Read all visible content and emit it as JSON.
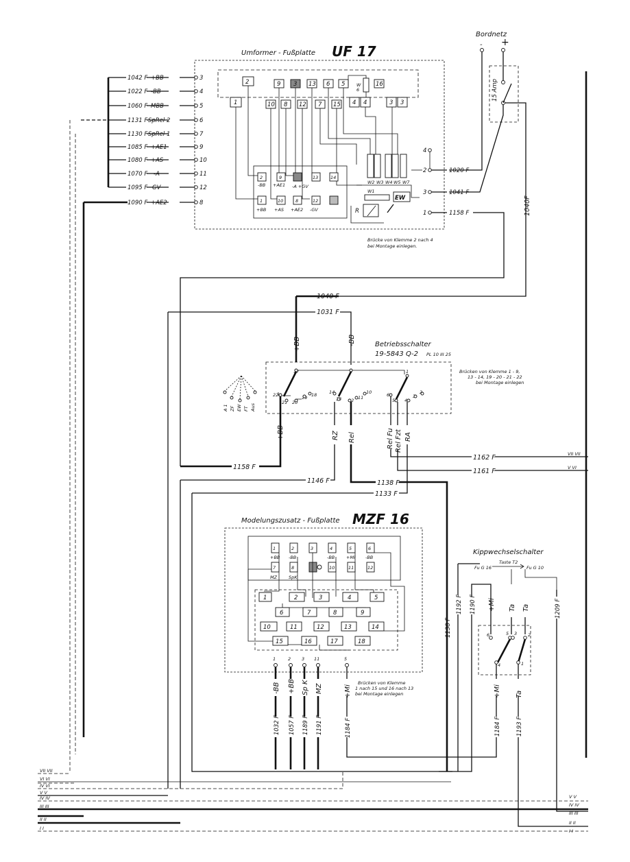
{
  "bordnetz": {
    "title": "Bordnetz",
    "minus": "-",
    "plus": "+",
    "fuse": "15 Amp"
  },
  "uf17": {
    "label": "Umformer - Fußplatte",
    "code": "UF 17",
    "note1": "Brücke von Klemme 2 nach 4",
    "note2": "bei Montage einlegen.",
    "wires": [
      {
        "code": "1042 F",
        "signal": "+BB",
        "term": "3"
      },
      {
        "code": "1022 F",
        "signal": "-BB",
        "term": "4"
      },
      {
        "code": "1060 F",
        "signal": "MBB",
        "term": "5"
      },
      {
        "code": "1131 F",
        "signal": "SpRel 2",
        "term": "6"
      },
      {
        "code": "1130 F",
        "signal": "SpRel 1",
        "term": "7"
      },
      {
        "code": "1085 F",
        "signal": "+AE1",
        "term": "9"
      },
      {
        "code": "1080 F",
        "signal": "+AS",
        "term": "10"
      },
      {
        "code": "1070 F",
        "signal": "-A",
        "term": "11"
      },
      {
        "code": "1095 F",
        "signal": "GV",
        "term": "12"
      },
      {
        "code": "1090 F",
        "signal": "+AE2",
        "term": "8"
      }
    ],
    "top_boxes": [
      "2",
      "9",
      "3",
      "13",
      "6",
      "5",
      "16"
    ],
    "row2_boxes": [
      "1",
      "10",
      "8",
      "12",
      "7",
      "15",
      "4",
      "4",
      "3",
      "3"
    ],
    "w_label": "W",
    "w_sub": "6",
    "resistors": [
      "W2",
      "W3",
      "W4",
      "W5",
      "W7"
    ],
    "w1": "W1",
    "r": "R",
    "ew": "EW",
    "inner_top": [
      {
        "n": "2",
        "s": "-BB"
      },
      {
        "n": "9",
        "s": "+AE1"
      },
      {
        "n": "",
        "s": "-A +GV"
      },
      {
        "n": "13",
        "s": ""
      },
      {
        "n": "14",
        "s": ""
      }
    ],
    "inner_bot": [
      {
        "n": "1",
        "s": "+BB"
      },
      {
        "n": "10",
        "s": "+AS"
      },
      {
        "n": "8",
        "s": "+AE2"
      },
      {
        "n": "12",
        "s": "-GV"
      },
      {
        "n": "",
        "s": ""
      }
    ],
    "right_terms": [
      {
        "n": "4",
        "wire": ""
      },
      {
        "n": "2",
        "wire": "1020 F"
      },
      {
        "n": "3",
        "wire": "1041 F"
      },
      {
        "n": "1",
        "wire": "1158 F"
      }
    ],
    "vert_wire": "1040F"
  },
  "betrieb": {
    "title": "Betriebsschalter",
    "code": "19-5843 Q-2",
    "code_small": "PL 10 III 25",
    "note1": "Brücken von Klemme 1 - 9,",
    "note2": "13 - 14, 19 - 20 - 21 - 22",
    "note3": "bei Montage einlegen",
    "in_wires": [
      "1040 F",
      "1031 F"
    ],
    "in_signals": [
      "+BB",
      "-BB"
    ],
    "positions": [
      "A 1",
      "ZF",
      "EW",
      "FT",
      "Aus"
    ],
    "terms": [
      "17",
      "9",
      "1",
      "22",
      "21",
      "20",
      "19",
      "18",
      "14",
      "13",
      "12",
      "11",
      "10",
      "6",
      "5",
      "4",
      "3",
      "2"
    ],
    "out_signals": [
      "+BB",
      "RZ",
      "Rel",
      "Rel Fu",
      "Rel Fzt",
      "RA"
    ],
    "out_wires": [
      "1158 F",
      "1146 F",
      "1138 F",
      "1133 F",
      "1162 F",
      "1161 F"
    ],
    "bus_marks": [
      "VII VII",
      "V VI"
    ]
  },
  "mzf16": {
    "label": "Modelungszusatz - Fußplatte",
    "code": "MZF 16",
    "row1": [
      {
        "n": "1",
        "s": "+BB"
      },
      {
        "n": "2",
        "s": "-BB"
      },
      {
        "n": "3",
        "s": ""
      },
      {
        "n": "4",
        "s": "-BB"
      },
      {
        "n": "5",
        "s": "+Mi"
      },
      {
        "n": "6",
        "s": "-BB"
      }
    ],
    "row2": [
      {
        "n": "7",
        "s": "MZ"
      },
      {
        "n": "8",
        "s": "SpK"
      },
      {
        "n": "",
        "s": ""
      },
      {
        "n": "10",
        "s": ""
      },
      {
        "n": "11",
        "s": ""
      },
      {
        "n": "12",
        "s": ""
      }
    ],
    "row3": [
      "1",
      "2",
      "3",
      "4",
      "5"
    ],
    "row4": [
      "6",
      "7",
      "8",
      "9"
    ],
    "row5": [
      "10",
      "11",
      "12",
      "13",
      "14"
    ],
    "row6": [
      "15",
      "16",
      "17",
      "18"
    ],
    "bottom_terms": [
      {
        "n": "1",
        "signal": "-BB",
        "wire": "1032 F"
      },
      {
        "n": "2",
        "signal": "+BB",
        "wire": "1057 F"
      },
      {
        "n": "3",
        "signal": "Sp K",
        "wire": "1189 F"
      },
      {
        "n": "11",
        "signal": "MZ",
        "wire": "1191 F"
      },
      {
        "n": "5",
        "signal": "+Mi",
        "wire": "1184 F"
      }
    ],
    "note1": "Brücken von Klemme",
    "note2": "1 nach 15 und 16 nach 13",
    "note3": "bei Montage einlegen"
  },
  "kipp": {
    "title": "Kippwechselschalter",
    "left": "Fu G 16",
    "mid": "Taste T2",
    "right": "Fu G 10",
    "top_signals": [
      "+Mi",
      "Ta",
      "Ta"
    ],
    "terms": [
      "6",
      "5",
      "3",
      "2",
      "4",
      "1"
    ],
    "bot_signals": [
      "+Mi",
      "Ta"
    ],
    "bot_wires": [
      "1184 F",
      "1193 F"
    ]
  },
  "vert_wires": [
    "1138 F",
    "1192 F",
    "1190 F",
    "1209 F"
  ],
  "bus_left": [
    "VII VII",
    "VI VI",
    "IV VI",
    "V V",
    "IV IV",
    "III III",
    "II II",
    "I I"
  ],
  "bus_right": [
    "V V",
    "IV IV",
    "III III",
    "II II",
    "I I"
  ]
}
